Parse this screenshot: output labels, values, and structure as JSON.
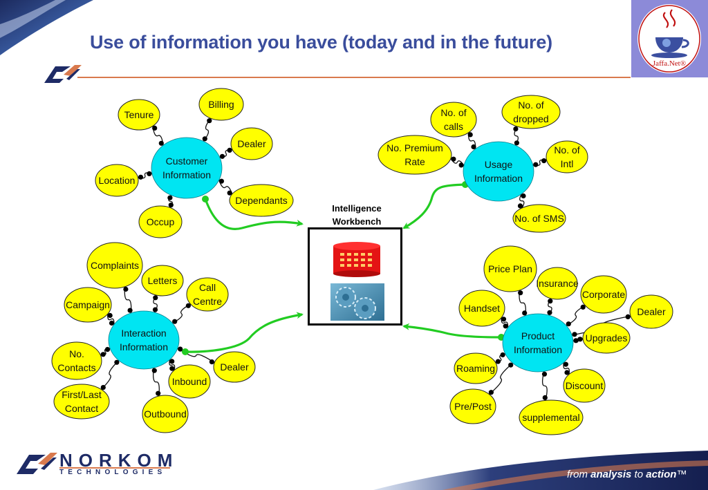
{
  "title": "Use of information you have (today and in the future)",
  "logo": {
    "label": "Jaffa.Net®"
  },
  "workbench": {
    "label_line1": "Intelligence",
    "label_line2": "Workbench"
  },
  "company": {
    "name": "NORKOM",
    "sub": "TECHNOLOGIES"
  },
  "tagline": {
    "pre": "from ",
    "bold": "analysis",
    "mid": " to ",
    "post": "action",
    "mark": "™"
  },
  "colors": {
    "title": "#3a4d9c",
    "hub": "#00e5f2",
    "leaf": "#ffff00",
    "arrow": "#22cc22",
    "rule": "#d9794d"
  },
  "clusters": [
    {
      "hub": [
        "Customer",
        "Information"
      ],
      "leaves": [
        [
          "Tenure"
        ],
        [
          "Billing"
        ],
        [
          "Dealer"
        ],
        [
          "Dependants"
        ],
        [
          "Location"
        ],
        [
          "Occup"
        ]
      ]
    },
    {
      "hub": [
        "Usage",
        "Information"
      ],
      "leaves": [
        [
          "No. of",
          "calls"
        ],
        [
          "No. of",
          "dropped"
        ],
        [
          "No. Premium",
          "Rate"
        ],
        [
          "No. of",
          "Intl"
        ],
        [
          "No. of SMS"
        ]
      ]
    },
    {
      "hub": [
        "Interaction",
        "Information"
      ],
      "leaves": [
        [
          "Complaints"
        ],
        [
          "Letters"
        ],
        [
          "Call",
          "Centre"
        ],
        [
          "Campaign"
        ],
        [
          "No.",
          "Contacts"
        ],
        [
          "First/Last",
          "Contact"
        ],
        [
          "Outbound"
        ],
        [
          "Inbound"
        ],
        [
          "Dealer"
        ]
      ]
    },
    {
      "hub": [
        "Product",
        "Information"
      ],
      "leaves": [
        [
          "Price Plan"
        ],
        [
          "Insurance"
        ],
        [
          "Corporate"
        ],
        [
          "Dealer"
        ],
        [
          "Handset"
        ],
        [
          "Upgrades"
        ],
        [
          "Roaming"
        ],
        [
          "Discount"
        ],
        [
          "Pre/Post"
        ],
        [
          "supplemental"
        ]
      ]
    }
  ]
}
